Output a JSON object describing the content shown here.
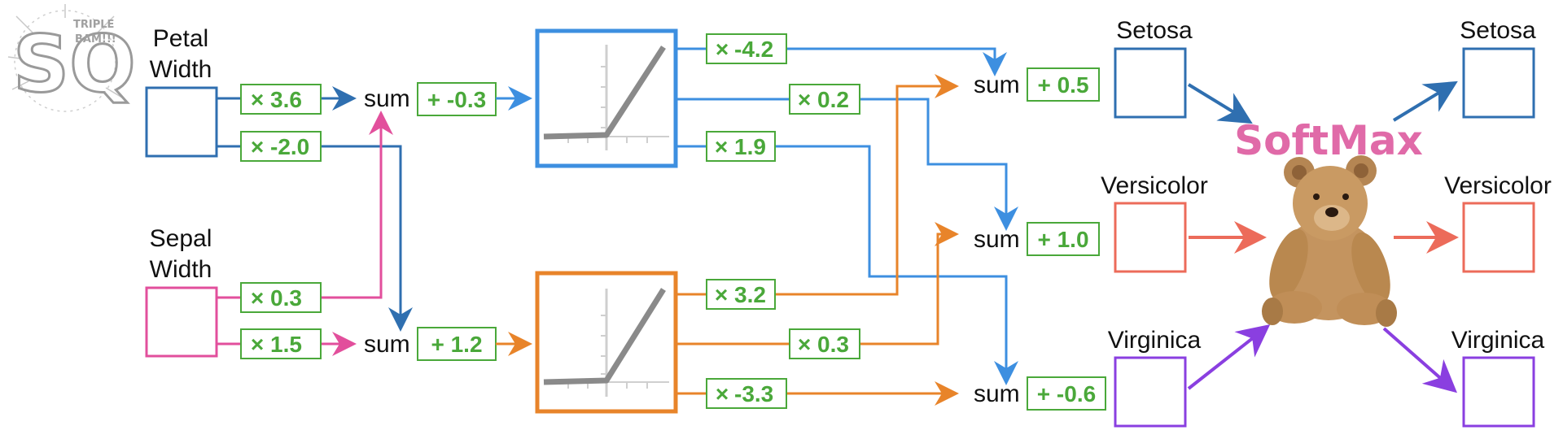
{
  "inputs": {
    "petal": {
      "line1": "Petal",
      "line2": "Width"
    },
    "sepal": {
      "line1": "Sepal",
      "line2": "Width"
    }
  },
  "weights": {
    "petal_top": "3.6",
    "petal_bottom": "-2.0",
    "sepal_top": "0.3",
    "sepal_bottom": "1.5",
    "relu1_setosa": "-4.2",
    "relu1_versicolor": "0.2",
    "relu1_virginica": "1.9",
    "relu2_setosa": "3.2",
    "relu2_versicolor": "0.3",
    "relu2_virginica": "-3.3"
  },
  "sums": {
    "label": "sum",
    "hidden1_bias": "+ -0.3",
    "hidden2_bias": "+ 1.2",
    "setosa_bias": "+ 0.5",
    "versicolor_bias": "+ 1.0",
    "virginica_bias": "+ -0.6"
  },
  "multiply_symbol": "×",
  "outputs": {
    "setosa": "Setosa",
    "versicolor": "Versicolor",
    "virginica": "Virginica"
  },
  "softmax_title": "SoftMax",
  "logo": {
    "letters": "SQ",
    "tagline_top": "TRIPLE",
    "tagline_bottom": "BAM!!!"
  },
  "colors": {
    "blue": "#2f6fb0",
    "light_blue": "#3d8fe0",
    "orange": "#e8842a",
    "pink": "#e24f9c",
    "purple": "#8a3fe0",
    "coral": "#ec6b5a",
    "green": "#4aa83a",
    "gray": "#8a8a8a",
    "softmax": "#e06aa8"
  }
}
